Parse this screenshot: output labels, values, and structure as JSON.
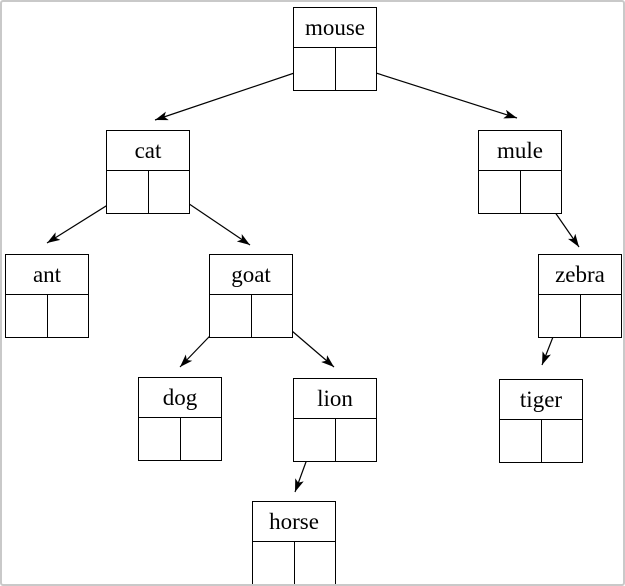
{
  "window": {
    "background_color": "#ffffff",
    "frame_border_color": "#c9c9c9"
  },
  "tree": {
    "type": "binary-search-tree-diagram",
    "colors": {
      "node_border": "#000000",
      "edge_line": "#000000",
      "text": "#000000"
    },
    "nodes": [
      {
        "id": "mouse",
        "label": "mouse",
        "left_child": "cat",
        "right_child": "mule"
      },
      {
        "id": "cat",
        "label": "cat",
        "left_child": "ant",
        "right_child": "goat"
      },
      {
        "id": "mule",
        "label": "mule",
        "left_child": null,
        "right_child": "zebra"
      },
      {
        "id": "ant",
        "label": "ant",
        "left_child": null,
        "right_child": null
      },
      {
        "id": "goat",
        "label": "goat",
        "left_child": "dog",
        "right_child": "lion"
      },
      {
        "id": "zebra",
        "label": "zebra",
        "left_child": "tiger",
        "right_child": null
      },
      {
        "id": "dog",
        "label": "dog",
        "left_child": null,
        "right_child": null
      },
      {
        "id": "lion",
        "label": "lion",
        "left_child": "horse",
        "right_child": null
      },
      {
        "id": "tiger",
        "label": "tiger",
        "left_child": null,
        "right_child": null
      },
      {
        "id": "horse",
        "label": "horse",
        "left_child": null,
        "right_child": null
      }
    ],
    "edges": [
      {
        "from": "mouse",
        "pointer": "left",
        "to": "cat"
      },
      {
        "from": "mouse",
        "pointer": "right",
        "to": "mule"
      },
      {
        "from": "cat",
        "pointer": "left",
        "to": "ant"
      },
      {
        "from": "cat",
        "pointer": "right",
        "to": "goat"
      },
      {
        "from": "mule",
        "pointer": "right",
        "to": "zebra"
      },
      {
        "from": "goat",
        "pointer": "left",
        "to": "dog"
      },
      {
        "from": "goat",
        "pointer": "right",
        "to": "lion"
      },
      {
        "from": "zebra",
        "pointer": "left",
        "to": "tiger"
      },
      {
        "from": "lion",
        "pointer": "left",
        "to": "horse"
      }
    ]
  }
}
